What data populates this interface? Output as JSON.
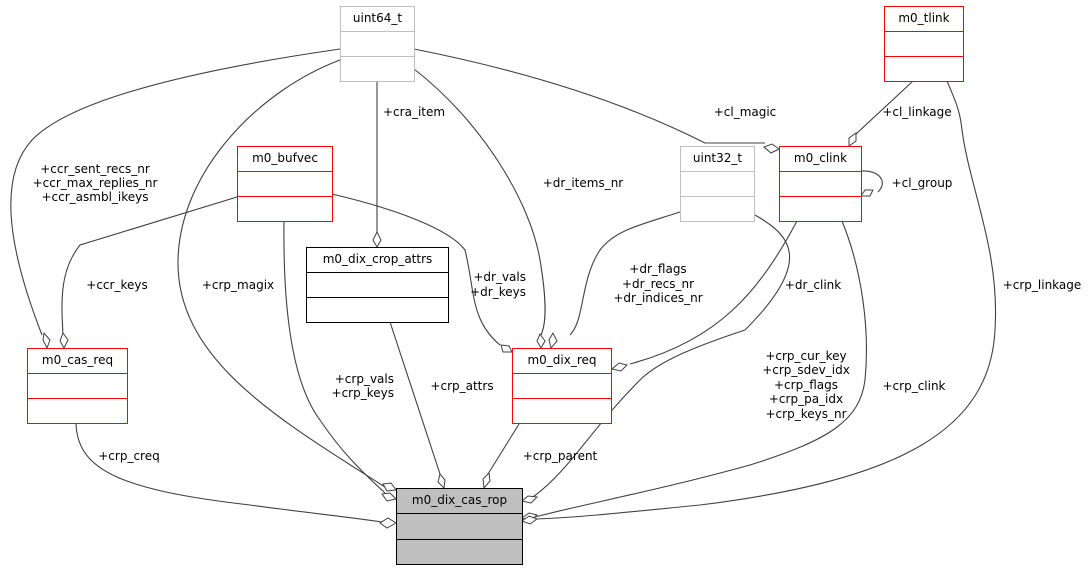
{
  "diagram": {
    "title": "m0_dix_cas_rop collaboration diagram",
    "colors": {
      "external_border": "#bfbfbf",
      "undocumented_border": "#ff0000",
      "documented_border": "#000000",
      "focus_fill": "#bfbfbf",
      "edge": "#404040"
    },
    "nodes": [
      {
        "id": "uint64_t",
        "label": "uint64_t",
        "kind": "external"
      },
      {
        "id": "m0_tlink",
        "label": "m0_tlink",
        "kind": "undocumented"
      },
      {
        "id": "m0_bufvec",
        "label": "m0_bufvec",
        "kind": "undocumented"
      },
      {
        "id": "uint32_t",
        "label": "uint32_t",
        "kind": "external"
      },
      {
        "id": "m0_clink",
        "label": "m0_clink",
        "kind": "undocumented"
      },
      {
        "id": "m0_dix_crop_attrs",
        "label": "m0_dix_crop_attrs",
        "kind": "documented"
      },
      {
        "id": "m0_cas_req",
        "label": "m0_cas_req",
        "kind": "undocumented"
      },
      {
        "id": "m0_dix_req",
        "label": "m0_dix_req",
        "kind": "undocumented"
      },
      {
        "id": "m0_dix_cas_rop",
        "label": "m0_dix_cas_rop",
        "kind": "focus"
      }
    ],
    "edges": [
      {
        "from": "uint64_t",
        "to": "m0_cas_req",
        "labels": [
          "+ccr_sent_recs_nr",
          "+ccr_max_replies_nr",
          "+ccr_asmbl_ikeys"
        ]
      },
      {
        "from": "uint64_t",
        "to": "m0_dix_cas_rop",
        "labels": [
          "+crp_magix"
        ]
      },
      {
        "from": "uint64_t",
        "to": "m0_dix_crop_attrs",
        "labels": [
          "+cra_item"
        ]
      },
      {
        "from": "uint64_t",
        "to": "m0_dix_req",
        "labels": [
          "+dr_items_nr"
        ]
      },
      {
        "from": "uint64_t",
        "to": "m0_clink",
        "labels": [
          "+cl_magic"
        ]
      },
      {
        "from": "m0_tlink",
        "to": "m0_clink",
        "labels": [
          "+cl_linkage"
        ]
      },
      {
        "from": "m0_tlink",
        "to": "m0_dix_cas_rop",
        "labels": [
          "+crp_linkage"
        ]
      },
      {
        "from": "m0_clink",
        "to": "m0_clink",
        "labels": [
          "+cl_group"
        ]
      },
      {
        "from": "m0_clink",
        "to": "m0_dix_req",
        "labels": [
          "+dr_clink"
        ]
      },
      {
        "from": "m0_clink",
        "to": "m0_dix_cas_rop",
        "labels": [
          "+crp_clink"
        ]
      },
      {
        "from": "m0_bufvec",
        "to": "m0_cas_req",
        "labels": [
          "+ccr_keys"
        ]
      },
      {
        "from": "m0_bufvec",
        "to": "m0_dix_req",
        "labels": [
          "+dr_vals",
          "+dr_keys"
        ]
      },
      {
        "from": "m0_bufvec",
        "to": "m0_dix_cas_rop",
        "labels": [
          "+crp_vals",
          "+crp_keys"
        ]
      },
      {
        "from": "uint32_t",
        "to": "m0_dix_req",
        "labels": [
          "+dr_flags",
          "+dr_recs_nr",
          "+dr_indices_nr"
        ]
      },
      {
        "from": "uint32_t",
        "to": "m0_dix_cas_rop",
        "labels": [
          "+crp_cur_key",
          "+crp_sdev_idx",
          "+crp_flags",
          "+crp_pa_idx",
          "+crp_keys_nr"
        ]
      },
      {
        "from": "m0_dix_crop_attrs",
        "to": "m0_dix_cas_rop",
        "labels": [
          "+crp_attrs"
        ]
      },
      {
        "from": "m0_cas_req",
        "to": "m0_dix_cas_rop",
        "labels": [
          "+crp_creq"
        ]
      },
      {
        "from": "m0_dix_req",
        "to": "m0_dix_cas_rop",
        "labels": [
          "+crp_parent"
        ]
      }
    ]
  }
}
